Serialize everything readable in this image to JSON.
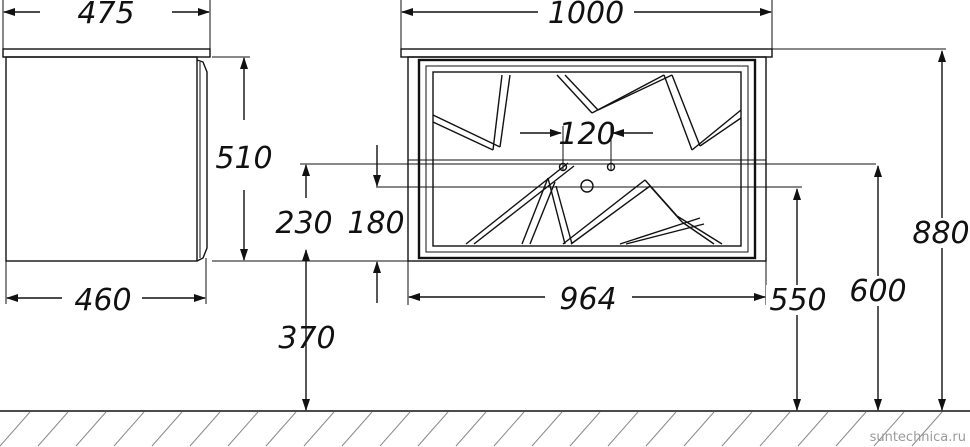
{
  "dimensions": {
    "side_depth_top": "475",
    "side_depth_bottom": "460",
    "front_width_top": "1000",
    "front_width_inner": "964",
    "hole_spacing": "120",
    "cabinet_height": "510",
    "inset_230": "230",
    "inset_180": "180",
    "floor_to_bottom": "370",
    "floor_to_drain": "550",
    "floor_to_top_mount": "600",
    "total_height": "880"
  },
  "watermark": "suntechnica.ru",
  "colors": {
    "line": "#111111",
    "hatch": "#8a8a8a",
    "watermark": "#9a9a9a"
  }
}
